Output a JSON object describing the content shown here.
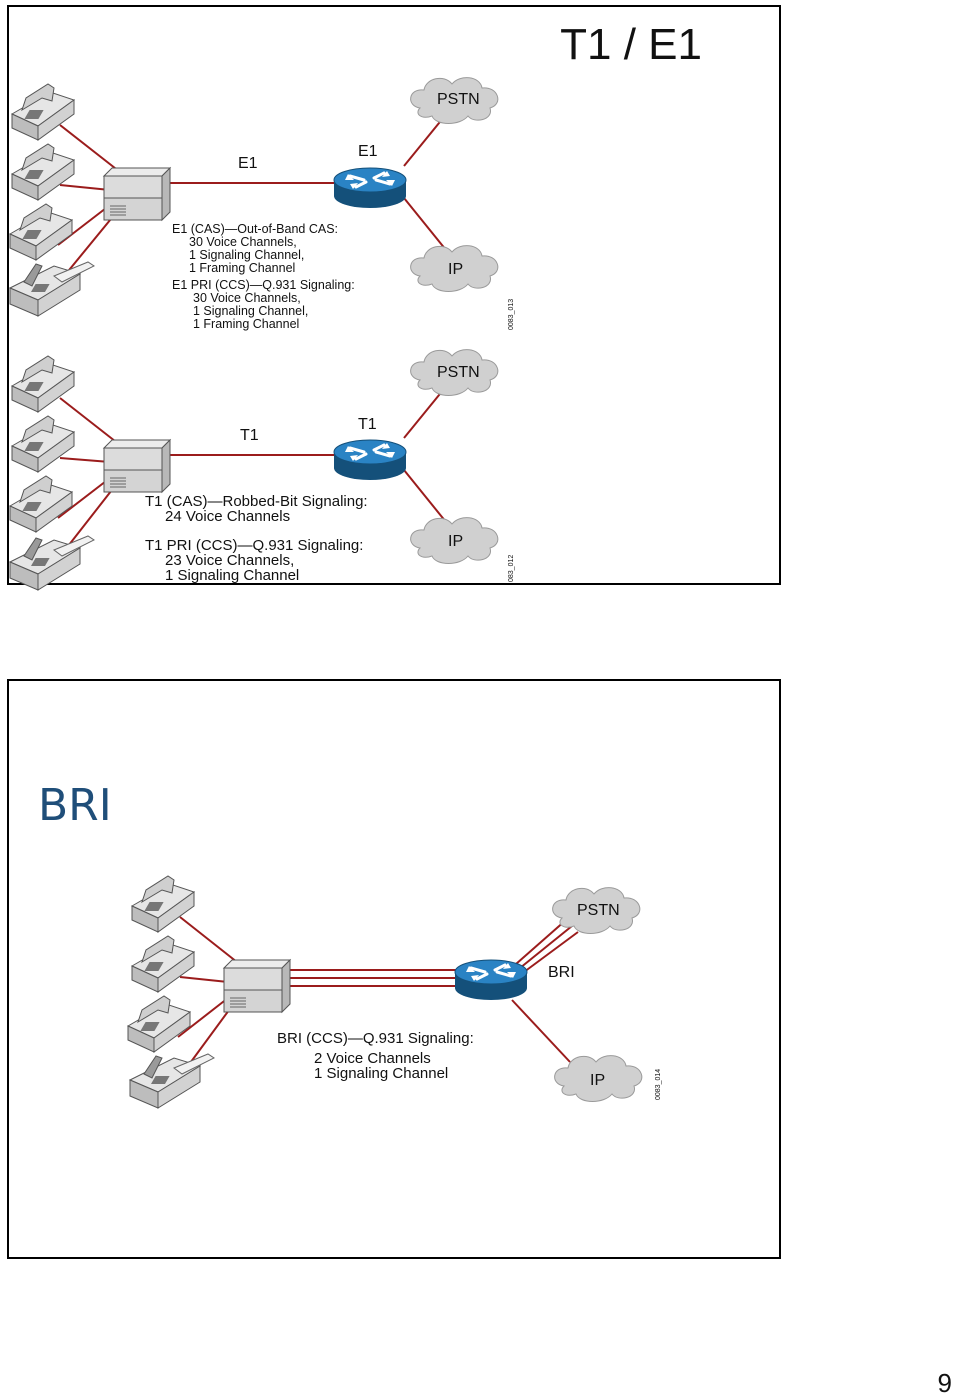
{
  "slide1": {
    "title": "T1 / E1",
    "e1": {
      "pstn": "PSTN",
      "ip": "IP",
      "link_left": "E1",
      "link_right": "E1",
      "cas_title": "E1 (CAS)—Out-of-Band CAS:",
      "cas_lines": [
        "30 Voice Channels,",
        "1 Signaling Channel,",
        "1 Framing Channel"
      ],
      "pri_title": "E1 PRI (CCS)—Q.931 Signaling:",
      "pri_lines": [
        "30 Voice Channels,",
        "1 Signaling Channel,",
        "1 Framing Channel"
      ],
      "fig_id": "0083_013"
    },
    "t1": {
      "pstn": "PSTN",
      "ip": "IP",
      "link_left": "T1",
      "link_right": "T1",
      "cas_title": "T1 (CAS)—Robbed-Bit Signaling:",
      "cas_lines": [
        "24 Voice Channels"
      ],
      "pri_title": "T1 PRI (CCS)—Q.931 Signaling:",
      "pri_lines": [
        "23 Voice Channels,",
        "1 Signaling Channel"
      ],
      "fig_id": "083_012"
    }
  },
  "slide2": {
    "title": "BRI",
    "pstn": "PSTN",
    "ip": "IP",
    "link": "BRI",
    "ccs_title": "BRI (CCS)—Q.931 Signaling:",
    "ccs_lines": [
      "2 Voice Channels",
      "1 Signaling Channel"
    ],
    "fig_id": "0083_014"
  },
  "page_number": "9",
  "colors": {
    "link": "#9b1c1c",
    "router": "#1f6fa8",
    "cloud": "#cfcfcf",
    "title_blue": "#1f4e79"
  }
}
